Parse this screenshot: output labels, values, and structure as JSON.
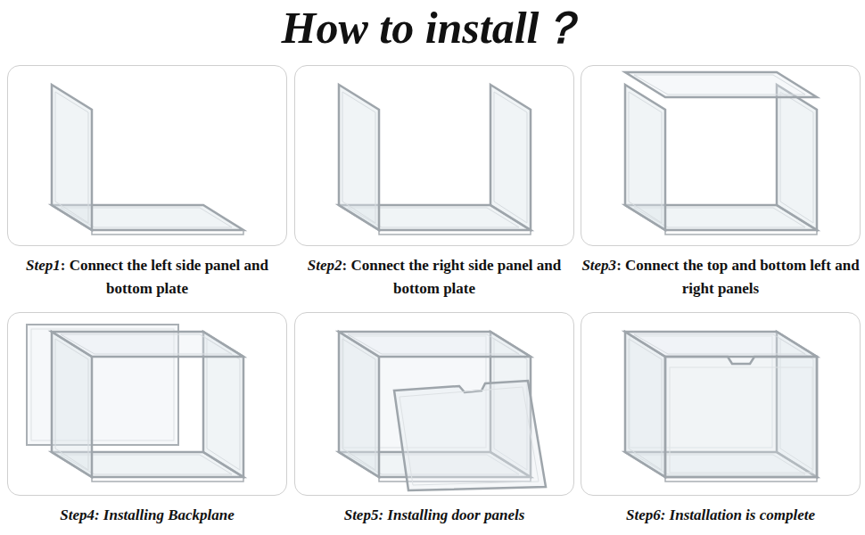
{
  "diagram": {
    "title": "How to install？",
    "nodes": [
      {
        "text": [
          "Step1: Connect the left side panel and bottom plate"
        ]
      },
      {
        "text": [
          "Step2: Connect the right side panel and bottom plate"
        ]
      },
      {
        "text": [
          "Step3: Connect the top and bottom left and right panels"
        ]
      },
      {
        "text": [
          "Step4: Installing Backplane"
        ]
      },
      {
        "text": [
          "Step5: Installing door panels"
        ]
      },
      {
        "text": [
          "Step6: Installation is complete"
        ]
      }
    ]
  }
}
